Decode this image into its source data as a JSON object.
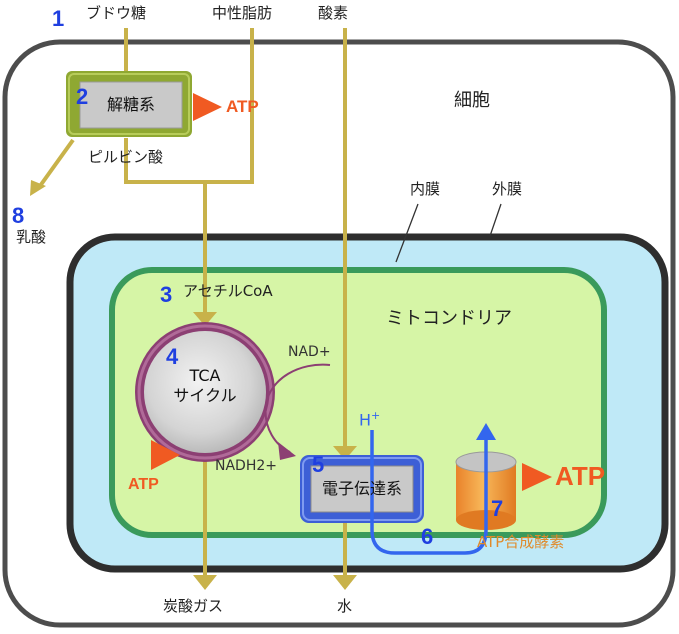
{
  "inputs": {
    "glucose": "ブドウ糖",
    "neutral_fat": "中性脂肪",
    "oxygen": "酸素"
  },
  "cell_label": "細胞",
  "glycolysis": {
    "label": "解糖系",
    "product": "ピルビン酸"
  },
  "lactic_acid": "乳酸",
  "membranes": {
    "inner": "内膜",
    "outer": "外膜"
  },
  "mitochondria_label": "ミトコンドリア",
  "acetyl_coa": "アセチルCoA",
  "tca": {
    "line1": "TCA",
    "line2": "サイクル"
  },
  "nad": "NAD+",
  "nadh2": "NADH2+",
  "etc_label": "電子伝達系",
  "proton": {
    "symbol": "H",
    "charge": "+"
  },
  "atp_label": "ATP",
  "atp_synthase": "ATP合成酵素",
  "outputs": {
    "co2": "炭酸ガス",
    "water": "水"
  },
  "numbers": [
    "1",
    "2",
    "3",
    "4",
    "5",
    "6",
    "7",
    "8"
  ],
  "colors": {
    "pathway": "#c8b24a",
    "cell_border": "#4d4d4d",
    "mito_outer_fill": "#bfe9f7",
    "mito_inner_fill": "#d6f5a6",
    "mito_inner_border": "#3a9a5b",
    "glycolysis_frame": "#8fa832",
    "etc_frame": "#3d5fd6",
    "tca_ring": "#8c3f73",
    "proton_arrow": "#3366ee",
    "atp": "#f05a22",
    "synthase": "#f39a30",
    "number": "#1f3fe0"
  }
}
